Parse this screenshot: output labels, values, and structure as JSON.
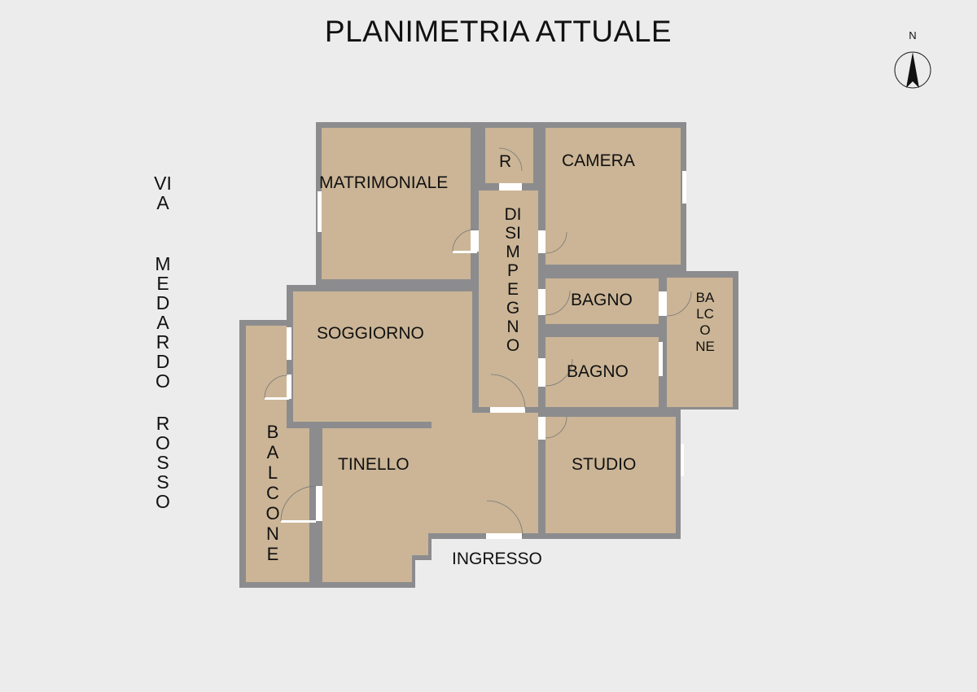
{
  "title": "PLANIMETRIA ATTUALE",
  "compass": {
    "label": "N",
    "icon": "north-arrow-icon"
  },
  "street": {
    "words": [
      "VIA",
      "MEDARDO",
      "ROSSO"
    ]
  },
  "rooms": {
    "matrimoniale": "MATRIMONIALE",
    "r": "R",
    "camera": "CAMERA",
    "disimpegno": "DISIMPEGNO",
    "bagno1": "BAGNO",
    "bagno2": "BAGNO",
    "balcone_right": [
      "BA",
      "LC",
      "O",
      "NE"
    ],
    "soggiorno": "SOGGIORNO",
    "tinello": "TINELLO",
    "studio": "STUDIO",
    "balcone_left": "BALCONE",
    "ingresso": "INGRESSO"
  },
  "colors": {
    "background": "#ececec",
    "wall": "#8c8c8e",
    "floor": "#cbb596",
    "door": "#ffffff"
  }
}
